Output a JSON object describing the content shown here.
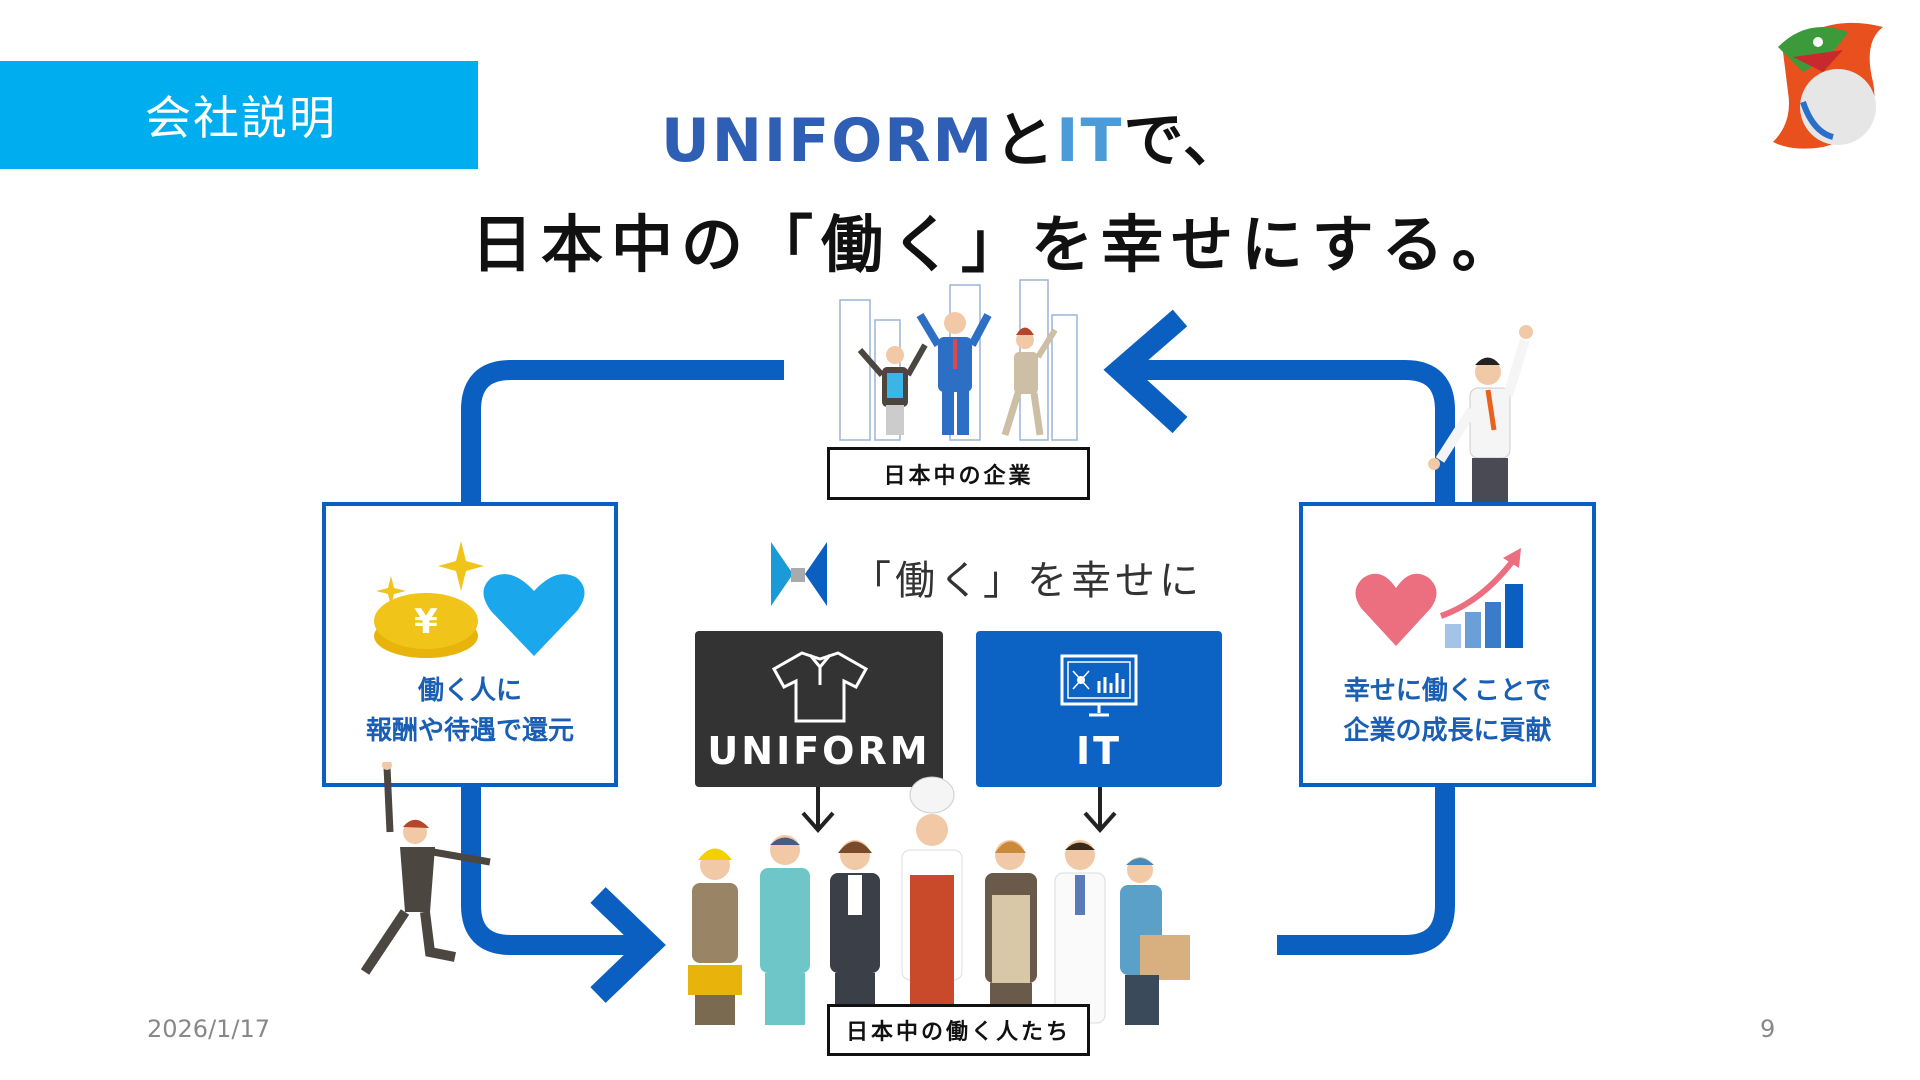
{
  "header": {
    "section_tab": "会社説明"
  },
  "title": {
    "line1_uniform": "UNIFORM",
    "line1_and": "と",
    "line1_it": "IT",
    "line1_rest": "で、",
    "line2": "日本中の「働く」を幸せにする。"
  },
  "diagram": {
    "top_label": "日本中の企業",
    "bottom_label": "日本中の働く人たち",
    "brand_tagline": "「働く」を幸せに",
    "left_box": {
      "line1": "働く人に",
      "line2": "報酬や待遇で還元"
    },
    "right_box": {
      "line1": "幸せに働くことで",
      "line2": "企業の成長に貢献"
    },
    "services": [
      {
        "label": "UNIFORM",
        "icon": "polo-shirt-icon"
      },
      {
        "label": "IT",
        "icon": "monitor-chart-icon"
      }
    ]
  },
  "footer": {
    "date": "2026/1/17",
    "page": "9"
  },
  "colors": {
    "accent": "#00aeef",
    "loop": "#0b5fc1",
    "uniform_box": "#333333",
    "it_box": "#0d63c4",
    "text_blue": "#1a5fb4"
  }
}
